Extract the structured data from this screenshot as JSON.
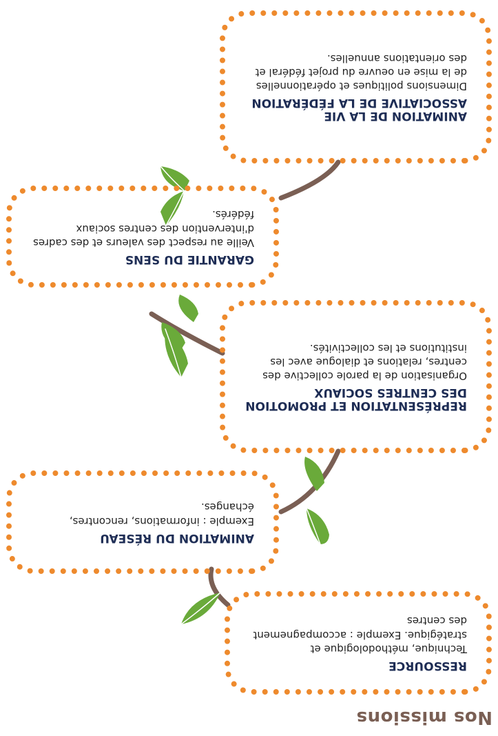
{
  "page": {
    "title": "Nos missions"
  },
  "colors": {
    "title": "#7a5f54",
    "bubble_border": "#ee8a2d",
    "heading": "#1e2d55",
    "branch": "#7a5f54",
    "leaf": "#6aaa3a"
  },
  "missions": [
    {
      "title": "RESSOURCE",
      "description": "Technique, méthodologique et stratégique. Exemple : accompagnement des centres"
    },
    {
      "title": "ANIMATION DU RÉSEAU",
      "description": "Exemple : informations, rencontres, échanges."
    },
    {
      "title": "REPRÉSENTATION ET PROMOTION DES CENTRES SOCIAUX",
      "description": "Organisation de la parole collective des centres, relations et dialogue avec les institutions et les collectivités."
    },
    {
      "title": "GARANTIE DU SENS",
      "description": "Veille au respect des valeurs et des cadres d'intervention des centres sociaux fédérés."
    },
    {
      "title": "ANIMATION DE LA VIE ASSOCIATIVE DE LA FÉDÉRATION",
      "description": "Dimensions politiques et opérationnelles de la mise en oeuvre du projet fédéral et des orientations annuelles."
    }
  ]
}
